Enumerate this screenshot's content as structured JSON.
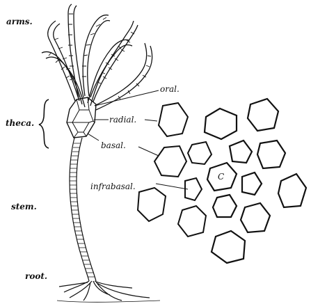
{
  "labels": {
    "arms": "arms.",
    "theca": "theca.",
    "stem": "stem.",
    "root": "root.",
    "oral": "oral.",
    "radial": "radial.",
    "basal": "basal.",
    "infrabasal": "infrabasal.",
    "center_mark": "C"
  },
  "colors": {
    "ink": "#111111",
    "paper": "#ffffff"
  }
}
